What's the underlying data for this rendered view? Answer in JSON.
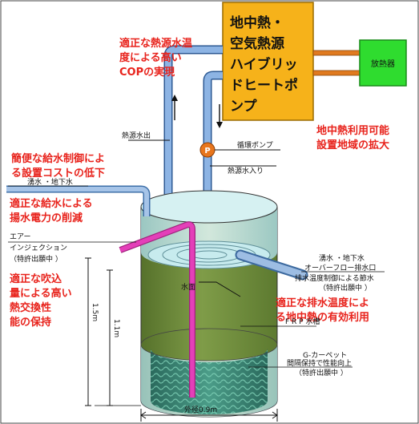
{
  "heat_pump": {
    "lines": [
      "地中熱・",
      "空気熱源",
      "ハイブリッ",
      "ドヒートポ",
      "ンプ"
    ]
  },
  "radiator": {
    "label": "放熱器"
  },
  "pump_symbol": "P",
  "notes_red": {
    "high_cop": [
      "適正な熱源水温",
      "度による高い",
      "COPの実現"
    ],
    "install_cost": [
      "簡便な給水制御によ",
      "る設置コストの低下"
    ],
    "pump_power": [
      "適正な給水による",
      "揚水電力の削減"
    ],
    "heat_exchange": [
      "適正な吹込",
      "量による高い",
      "熱交換性",
      "能の保持"
    ],
    "area_expansion": [
      "地中熱利用可能",
      "設置地域の拡大"
    ],
    "effective_use": [
      "適正な排水温度によ",
      "る地中熱の有効利用"
    ]
  },
  "labels": {
    "source_out": "熱源水出",
    "circ_pump": "循環ポンプ",
    "source_in": "熱源水入り",
    "spring_water_in": "湧水 ・地下水",
    "air_injection": [
      "エアー",
      "インジェクション",
      "（特許出願中 ）"
    ],
    "overflow": [
      "湧水 ・地下水",
      "オーバーフロー排水口",
      "排水温度制御による節水",
      "（特許出願中 ）"
    ],
    "water_surface": "水面",
    "frp_tank": "F R P 水槽",
    "g_carpet": [
      "G-カーペット",
      "間隔保持で性能向上",
      "（特許出願中 ）"
    ],
    "diameter": "外径0.9m",
    "height_outer": "1.5m",
    "height_inner": "1.1m"
  },
  "colors": {
    "heat_pump_box": "#f6b21a",
    "radiator_box": "#2fdc2f",
    "pipe": "#6a9ad4",
    "pump": "#e8761d",
    "air_pipe": "#e43fb9",
    "tank_wall": "#6f8a3a",
    "water": "#bfe7e8",
    "red_text": "#e8231c"
  }
}
